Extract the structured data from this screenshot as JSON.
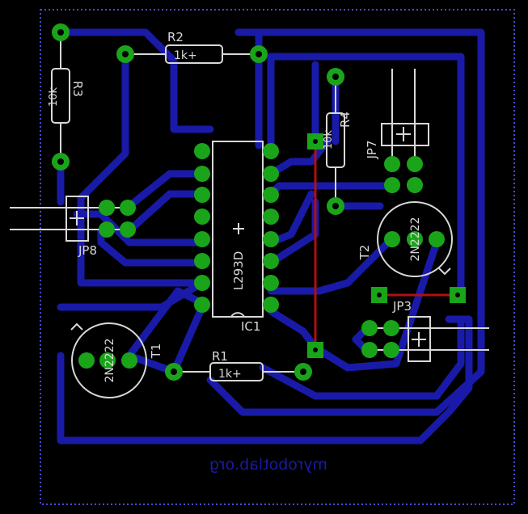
{
  "colors": {
    "background": "#000000",
    "trace_bottom": "#1a1aa8",
    "trace_top": "#b01010",
    "pad": "#1aa41a",
    "silkscreen": "#d8d8d8",
    "outline": "#4a4ad8"
  },
  "components": {
    "r1": {
      "name": "R1",
      "value": "1k+"
    },
    "r2": {
      "name": "R2",
      "value": "1k+"
    },
    "r3": {
      "name": "R3",
      "value": "10k"
    },
    "r4": {
      "name": "R4",
      "value": "10k"
    },
    "ic1": {
      "name": "IC1",
      "value": "L293D"
    },
    "jp3": {
      "name": "JP3"
    },
    "jp7": {
      "name": "JP7"
    },
    "jp8": {
      "name": "JP8"
    },
    "t1": {
      "name": "T1",
      "value": "2N2222"
    },
    "t2": {
      "name": "T2",
      "value": "2N2222"
    }
  },
  "footer_text": "myrobotlab.org"
}
